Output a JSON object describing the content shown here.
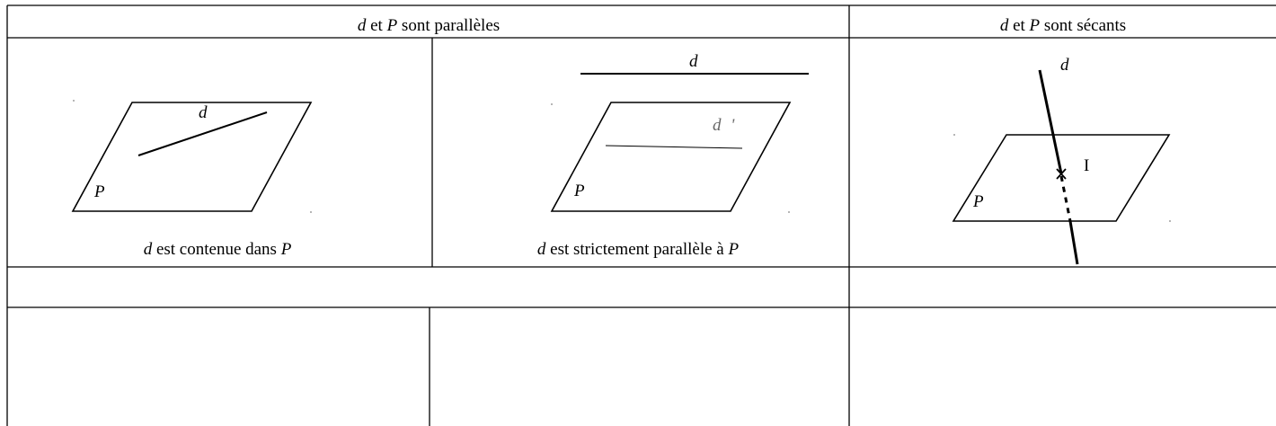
{
  "table": {
    "header": {
      "parallel": {
        "var_d": "d",
        "connector": " et ",
        "var_p": "P",
        "verb": " sont parallèles"
      },
      "secant": {
        "var_d": "d",
        "connector": " et ",
        "var_p": "P",
        "verb": " sont sécants"
      }
    },
    "cells": {
      "contained": {
        "plane_label": "P",
        "line_label": "d",
        "caption_var_d": "d",
        "caption_text": " est contenue dans ",
        "caption_var_p": "P"
      },
      "strict": {
        "plane_label": "P",
        "line_label": "d",
        "inner_line_label": "d '",
        "caption_var_d": "d",
        "caption_text": " est strictement parallèle à ",
        "caption_var_p": "P"
      },
      "secant": {
        "plane_label": "P",
        "line_label": "d",
        "intersection_label": "I"
      }
    }
  }
}
